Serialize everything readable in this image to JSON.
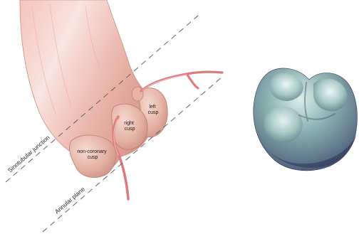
{
  "left_panel": {
    "plane_labels": {
      "sinotubular": "Sinotubular junction",
      "annular": "Annular plane"
    },
    "cusp_labels": {
      "left": [
        "left",
        "cusp"
      ],
      "right": [
        "right",
        "cusp"
      ],
      "non_coronary": [
        "non-coronary",
        "cusp"
      ]
    },
    "colors": {
      "aorta_light": "#f6dcd6",
      "aorta_mid": "#e8aaa0",
      "aorta_dark": "#c8786e",
      "coronary": "#dd7b80",
      "guide_line": "#555555"
    }
  },
  "right_panel": {
    "colors": {
      "highlight": "#eef6f4",
      "mid": "#7fa6a8",
      "shadow": "#3b4060"
    }
  }
}
